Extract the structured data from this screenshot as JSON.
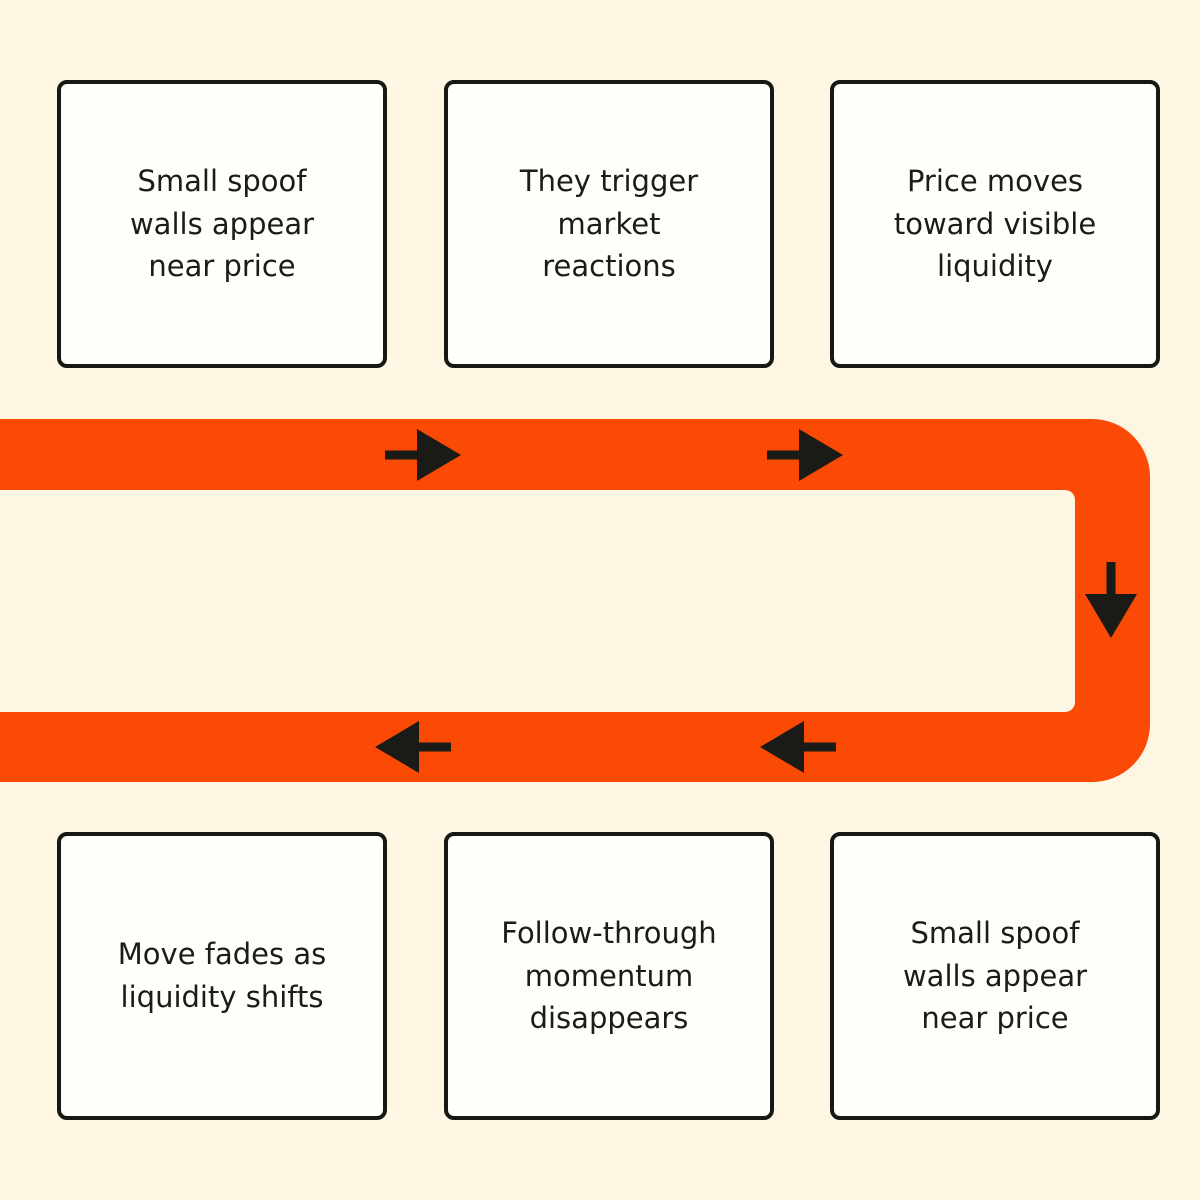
{
  "colors": {
    "background": "#FCF6E3",
    "box_fill": "#FEFEFB",
    "box_border": "#171714",
    "text": "#1B1B18",
    "path_orange": "#FB4A05",
    "arrow_black": "#1A1A17"
  },
  "boxes": {
    "top": [
      {
        "label": "Small spoof walls appear near price"
      },
      {
        "label": "They trigger market reactions"
      },
      {
        "label": "Price moves toward visible liquidity"
      }
    ],
    "bottom": [
      {
        "label": "Move fades as liquidity shifts"
      },
      {
        "label": "Follow-through momentum disappears"
      },
      {
        "label": "Small spoof walls appear near price"
      }
    ]
  },
  "flow_path": {
    "shape": "u-turn-cycle",
    "direction_sequence": [
      "right",
      "right",
      "down",
      "left",
      "left"
    ]
  }
}
